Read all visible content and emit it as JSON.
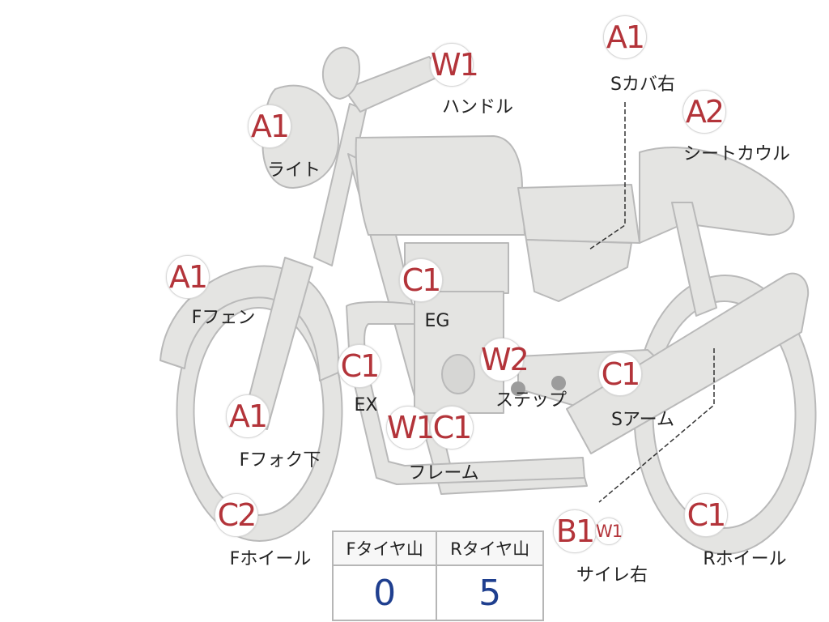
{
  "markers": [
    {
      "id": "handle",
      "grade": "W1",
      "label": "ハンドル"
    },
    {
      "id": "light",
      "grade": "A1",
      "label": "ライト"
    },
    {
      "id": "side-cover-right",
      "grade": "A1",
      "label": "Sカバ右"
    },
    {
      "id": "seat-cowl",
      "grade": "A2",
      "label": "シートカウル"
    },
    {
      "id": "front-fender",
      "grade": "A1",
      "label": "Fフェン"
    },
    {
      "id": "engine",
      "grade": "C1",
      "label": "EG"
    },
    {
      "id": "exhaust",
      "grade": "C1",
      "label": "EX"
    },
    {
      "id": "step",
      "grade": "W2",
      "label": "ステップ"
    },
    {
      "id": "swing-arm",
      "grade": "C1",
      "label": "Sアーム"
    },
    {
      "id": "front-fork-lower",
      "grade": "A1",
      "label": "Fフォク下"
    },
    {
      "id": "frame",
      "grades": [
        "W1",
        "C1"
      ],
      "label": "フレーム"
    },
    {
      "id": "front-wheel",
      "grade": "C2",
      "label": "Fホイール"
    },
    {
      "id": "silencer-right",
      "grades": [
        "B1",
        "W1"
      ],
      "label": "サイレ右"
    },
    {
      "id": "rear-wheel",
      "grade": "C1",
      "label": "Rホイール"
    }
  ],
  "tire_table": {
    "headers": [
      "Fタイヤ山",
      "Rタイヤ山"
    ],
    "values": [
      "0",
      "5"
    ]
  },
  "colors": {
    "grade_text": "#b3343a",
    "tire_value_text": "#1f3f8f",
    "bike_fill": "#e4e4e2",
    "bike_stroke": "#b9b9b9"
  }
}
